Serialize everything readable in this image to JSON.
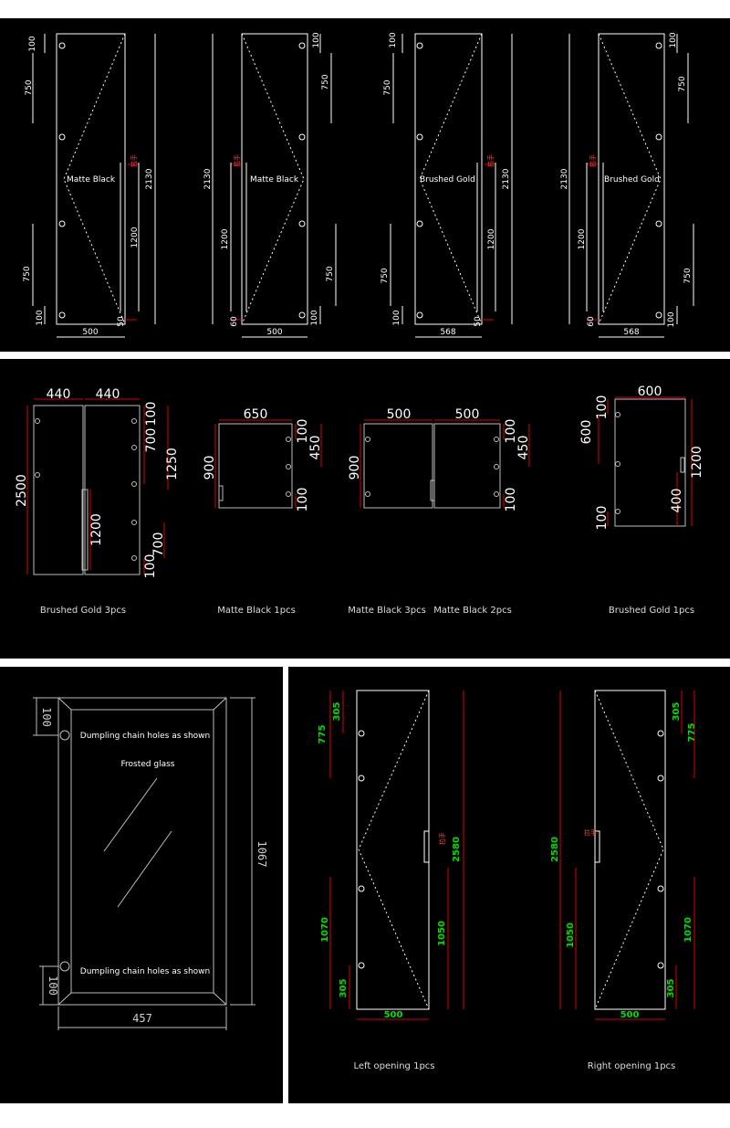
{
  "colors": {
    "background": "#000000",
    "line": "#ffffff",
    "dimension": "#e00000",
    "dim_green": "#00e000"
  },
  "row1": {
    "doors": [
      {
        "label": "Matte Black",
        "top_hinge": "100",
        "top_gap": "750",
        "height": "2130",
        "handle": "1200",
        "bottom_gap": "750",
        "bottom_hinge": "100",
        "handle_off": "50",
        "width": "500",
        "handle_note": "拉手"
      },
      {
        "label": "Matte Black",
        "top_hinge": "100",
        "top_gap": "750",
        "height": "2130",
        "handle": "1200",
        "bottom_gap": "750",
        "bottom_hinge": "100",
        "handle_off": "60",
        "width": "500",
        "handle_note": "拉手"
      },
      {
        "label": "Brushed Gold",
        "top_hinge": "100",
        "top_gap": "750",
        "height": "2130",
        "handle": "1200",
        "bottom_gap": "750",
        "bottom_hinge": "100",
        "handle_off": "50",
        "width": "568",
        "handle_note": "拉手"
      },
      {
        "label": "Brushed Gold",
        "top_hinge": "100",
        "top_gap": "750",
        "height": "2130",
        "handle": "1200",
        "bottom_gap": "750",
        "bottom_hinge": "100",
        "handle_off": "60",
        "width": "568",
        "handle_note": "拉手"
      }
    ]
  },
  "row2": {
    "a": {
      "w1": "440",
      "w2": "440",
      "h": "2500",
      "d100a": "100",
      "d700a": "700",
      "d1250": "1250",
      "handle": "1200",
      "d700b": "700",
      "d100b": "100",
      "caption": "Brushed Gold 3pcs"
    },
    "b": {
      "w": "650",
      "h": "900",
      "d100a": "100",
      "d450": "450",
      "d100b": "100",
      "caption": "Matte Black 1pcs"
    },
    "c": {
      "w1": "500",
      "w2": "500",
      "h": "900",
      "d100a": "100",
      "d450": "450",
      "d100b": "100",
      "caption1": "Matte Black 3pcs",
      "caption2": "Matte Black 2pcs"
    },
    "d": {
      "w": "600",
      "h": "1200",
      "d100a": "100",
      "d600": "600",
      "d400": "400",
      "d100b": "100",
      "caption": "Brushed Gold 1pcs"
    }
  },
  "row3": {
    "frame": {
      "top": "100",
      "bottom": "100",
      "height": "1067",
      "width": "457",
      "note1": "Dumpling chain holes as shown",
      "note2": "Frosted glass",
      "note3": "Dumpling chain holes as shown"
    },
    "left": {
      "d775": "775",
      "d305a": "305",
      "d2580": "2580",
      "d1070": "1070",
      "d1050": "1050",
      "d305b": "305",
      "width": "500",
      "handle_note": "拉手",
      "caption": "Left opening 1pcs"
    },
    "right": {
      "d2580": "2580",
      "d1050": "1050",
      "d305a": "305",
      "d775": "775",
      "d1070": "1070",
      "d305b": "305",
      "width": "500",
      "handle_note": "拉手",
      "caption": "Right opening 1pcs"
    }
  }
}
